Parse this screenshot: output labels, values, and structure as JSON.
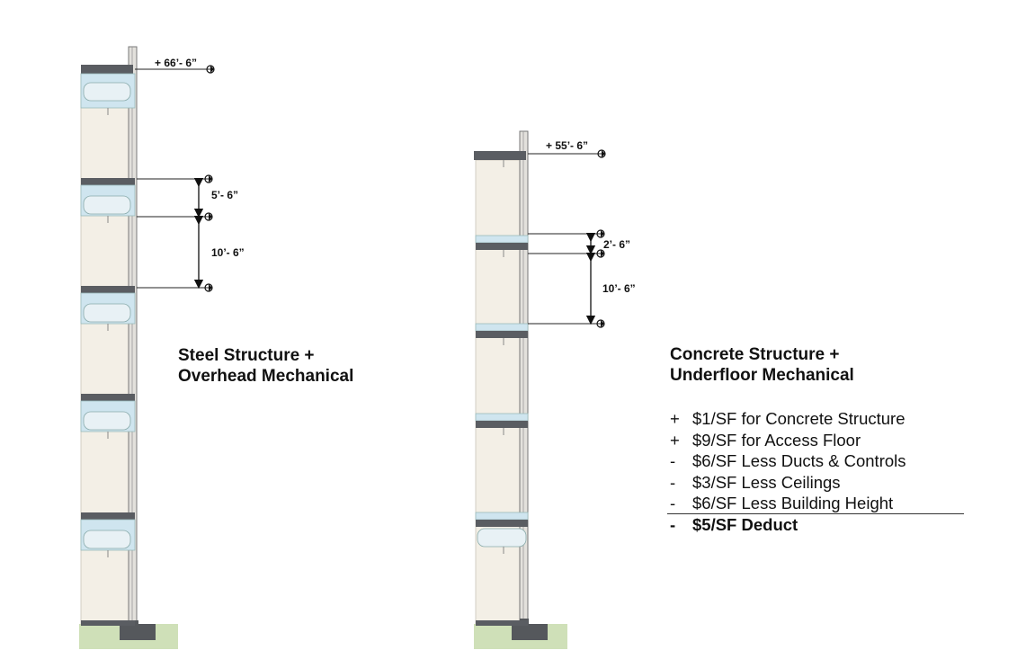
{
  "steel": {
    "title_line1": "Steel Structure +",
    "title_line2": "Overhead Mechanical",
    "top_elevation": "+ 66’- 6”",
    "plenum_height": "5’- 6”",
    "floor_height": "10’- 6”"
  },
  "concrete": {
    "title_line1": "Concrete Structure +",
    "title_line2": "Underfloor Mechanical",
    "top_elevation": "+ 55’- 6”",
    "plenum_height": "2’- 6”",
    "floor_height": "10’- 6”"
  },
  "costs": [
    {
      "sign": "+",
      "text": "$1/SF for Concrete Structure"
    },
    {
      "sign": "+",
      "text": "$9/SF for Access Floor"
    },
    {
      "sign": "-",
      "text": "$6/SF Less Ducts & Controls"
    },
    {
      "sign": "-",
      "text": "$3/SF Less Ceilings"
    },
    {
      "sign": "-",
      "text": "$6/SF Less Building Height"
    }
  ],
  "total": {
    "sign": "-",
    "text": "$5/SF  Deduct"
  },
  "colors": {
    "wall_panel": "#f3efe6",
    "slab": "#5a5d62",
    "duct": "#cfe5ef",
    "ground": "#cfe0b8",
    "footing": "#55585c"
  }
}
